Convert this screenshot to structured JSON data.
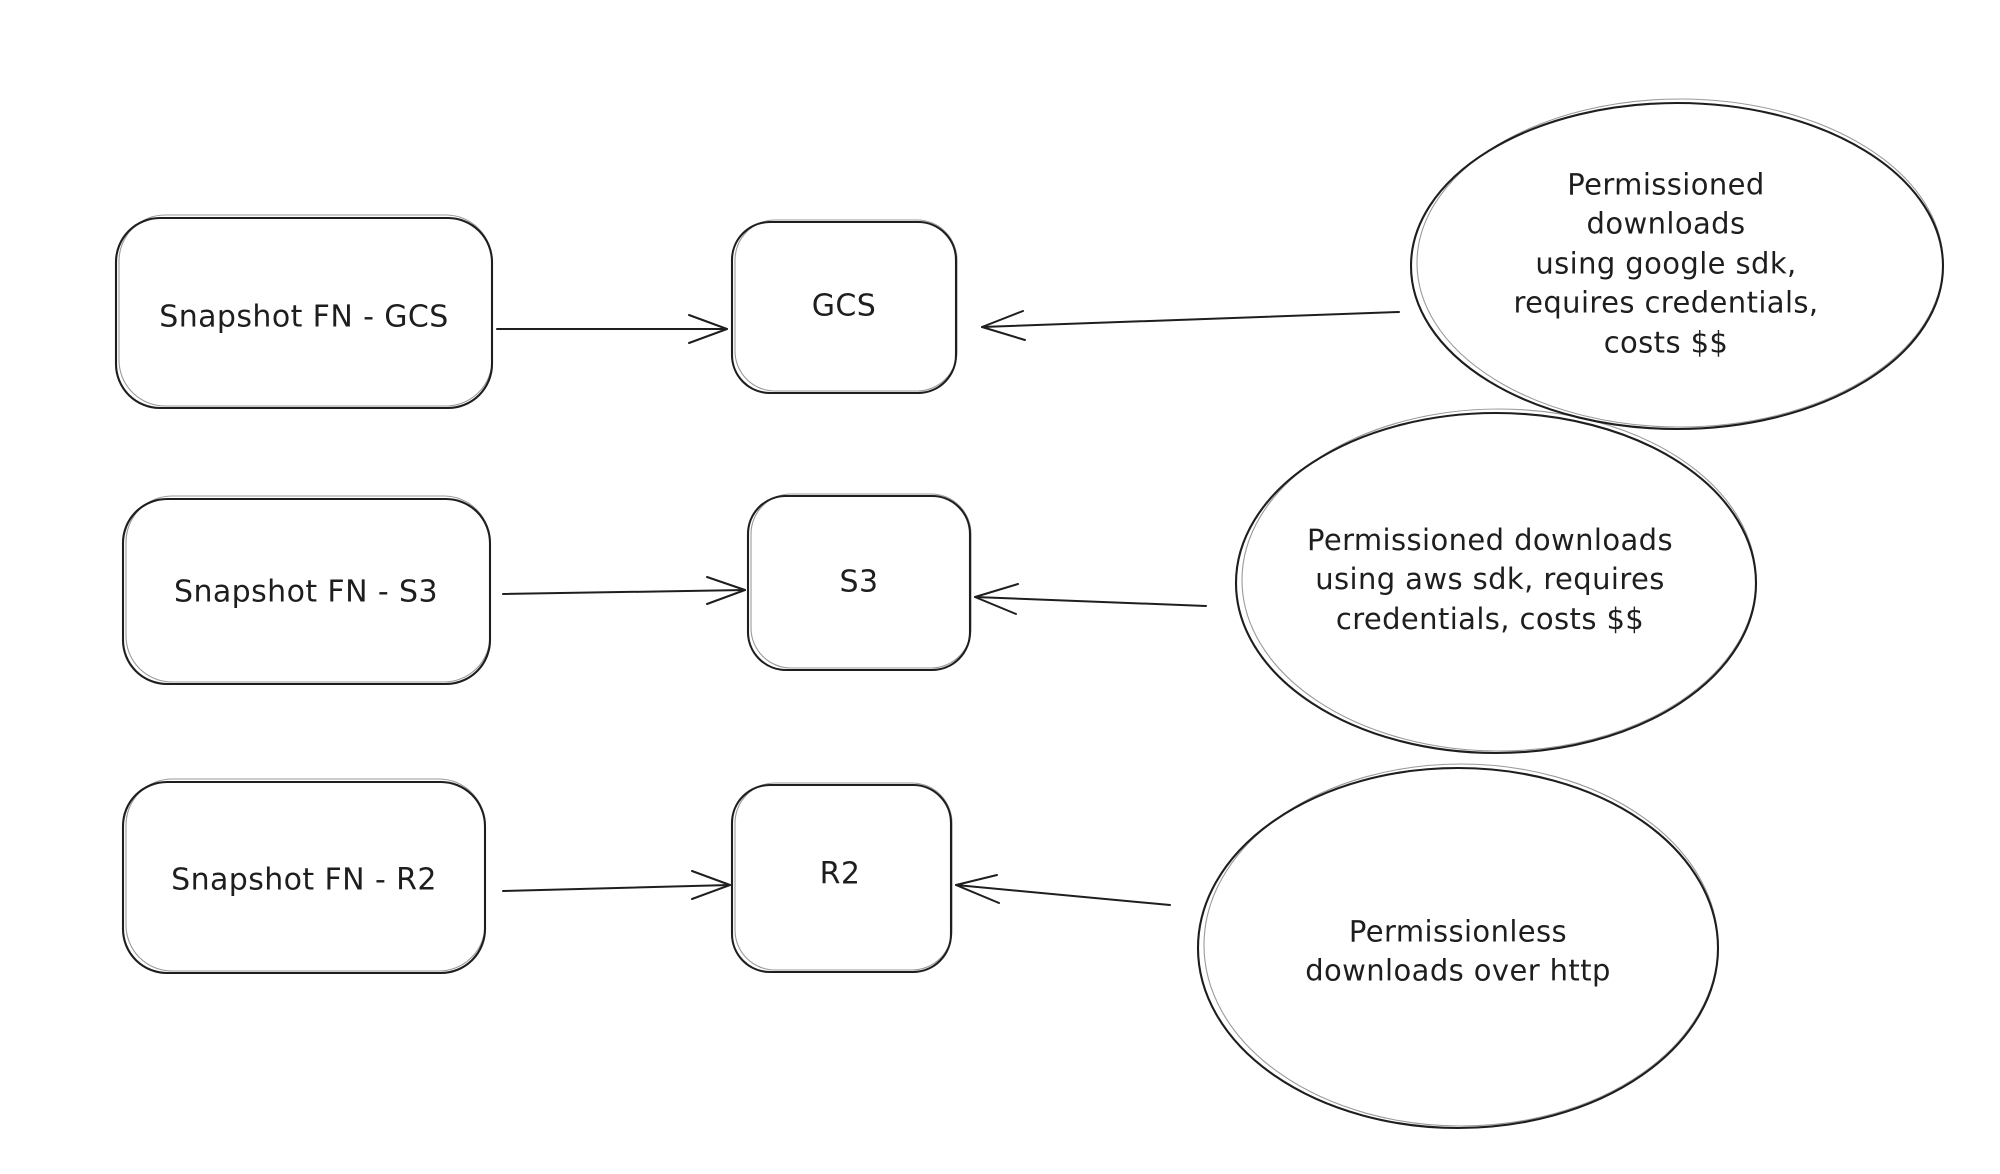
{
  "diagram": {
    "background_color": "#ffffff",
    "stroke_color": "#1e1e1e",
    "rows": [
      {
        "id": "gcs",
        "source_label": "Snapshot FN - GCS",
        "target_label": "GCS",
        "note": "Permissioned downloads\nusing google sdk,\nrequires credentials,\ncosts $$"
      },
      {
        "id": "s3",
        "source_label": "Snapshot FN - S3",
        "target_label": "S3",
        "note": "Permissioned downloads\nusing aws sdk, requires\ncredentials, costs $$"
      },
      {
        "id": "r2",
        "source_label": "Snapshot FN - R2",
        "target_label": "R2",
        "note": "Permissionless\ndownloads over http"
      }
    ],
    "edges": [
      {
        "from": "Snapshot FN - GCS",
        "to": "GCS",
        "direction": "right"
      },
      {
        "from": "Permissioned downloads using google sdk, requires credentials, costs $$",
        "to": "GCS",
        "direction": "left"
      },
      {
        "from": "Snapshot FN - S3",
        "to": "S3",
        "direction": "right"
      },
      {
        "from": "Permissioned downloads using aws sdk, requires credentials, costs $$",
        "to": "S3",
        "direction": "left"
      },
      {
        "from": "Snapshot FN - R2",
        "to": "R2",
        "direction": "right"
      },
      {
        "from": "Permissionless downloads over http",
        "to": "R2",
        "direction": "left"
      }
    ]
  }
}
